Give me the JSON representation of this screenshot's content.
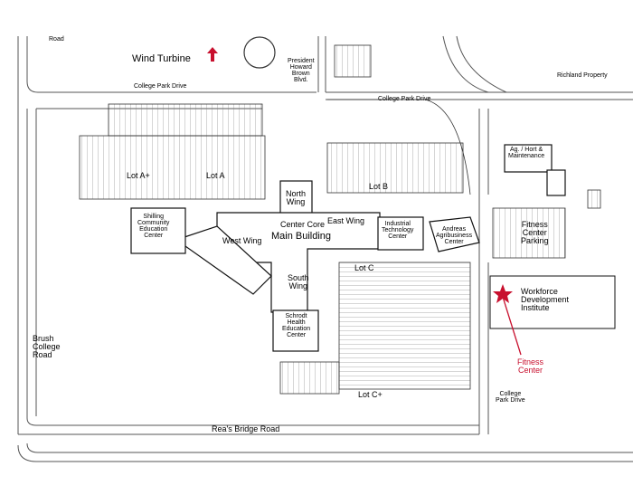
{
  "colors": {
    "accent": "#c8102e",
    "line": "#222222",
    "road": "#555555"
  },
  "roads": {
    "top_left_fragment": "Road",
    "college_park_drive_1": "College Park Drive",
    "college_park_drive_2": "College Park Drive",
    "president_blvd": "President\nHoward\nBrown\nBlvd.",
    "richland_property": "Richland Property",
    "brush_college_road": "Brush\nCollege\nRoad",
    "reas_bridge_road": "Rea's Bridge Road",
    "college_park_drive_3": "College\nPark Drive"
  },
  "landmarks": {
    "wind_turbine": "Wind Turbine",
    "wind_turbine_icon": "up-arrow-icon"
  },
  "lots": {
    "a_plus": "Lot A+",
    "a": "Lot A",
    "b": "Lot B",
    "c": "Lot C",
    "c_plus": "Lot C+",
    "fitness_parking": "Fitness\nCenter\nParking"
  },
  "buildings": {
    "north_wing": "North\nWing",
    "center_core": "Center Core",
    "main_building": "Main Building",
    "east_wing": "East Wing",
    "west_wing": "West Wing",
    "south_wing": "South\nWing",
    "shilling": "Shilling\nCommunity\nEducation\nCenter",
    "industrial": "Industrial\nTechnology\nCenter",
    "andreas": "Andreas\nAgribusiness\nCenter",
    "schrodt": "Schrodt\nHealth\nEducation\nCenter",
    "ag_hort": "Ag. / Hort &\nMaintenance",
    "workforce": "Workforce\nDevelopment\nInstitute"
  },
  "highlight": {
    "label": "Fitness\nCenter",
    "marker_icon": "star-icon"
  }
}
